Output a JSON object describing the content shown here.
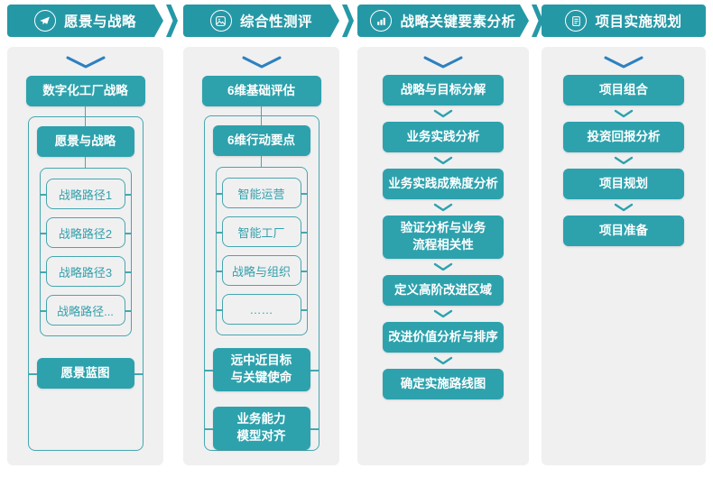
{
  "colors": {
    "banner_teal": "#2598a6",
    "box_teal": "#2da2ad",
    "outline_teal": "#45a7b0",
    "outline_text": "#35a0ab",
    "panel_bg": "#f0f0f1",
    "chevron_blue": "#2d81c0"
  },
  "banners": [
    {
      "label": "愿景与战略",
      "icon": "paper-plane-icon"
    },
    {
      "label": "综合性测评",
      "icon": "image-icon"
    },
    {
      "label": "战略关键要素分析",
      "icon": "bar-chart-icon"
    },
    {
      "label": "项目实施规划",
      "icon": "document-icon"
    }
  ],
  "column1": {
    "top_box": "数字化工厂战略",
    "section_header": "愿景与战略",
    "path_items": [
      "战略路径1",
      "战略路径2",
      "战略路径3",
      "战略路径..."
    ],
    "bottom_box": "愿景蓝图"
  },
  "column2": {
    "top_box": "6维基础评估",
    "section_header": "6维行动要点",
    "path_items": [
      "智能运营",
      "智能工厂",
      "战略与组织",
      "……"
    ],
    "bottom_boxes": [
      "远中近目标\n与关键使命",
      "业务能力\n模型对齐"
    ]
  },
  "column3": {
    "steps": [
      "战略与目标分解",
      "业务实践分析",
      "业务实践成熟度分析",
      "验证分析与业务\n流程相关性",
      "定义高阶改进区域",
      "改进价值分析与排序",
      "确定实施路线图"
    ]
  },
  "column4": {
    "steps": [
      "项目组合",
      "投资回报分析",
      "项目规划",
      "项目准备"
    ]
  }
}
